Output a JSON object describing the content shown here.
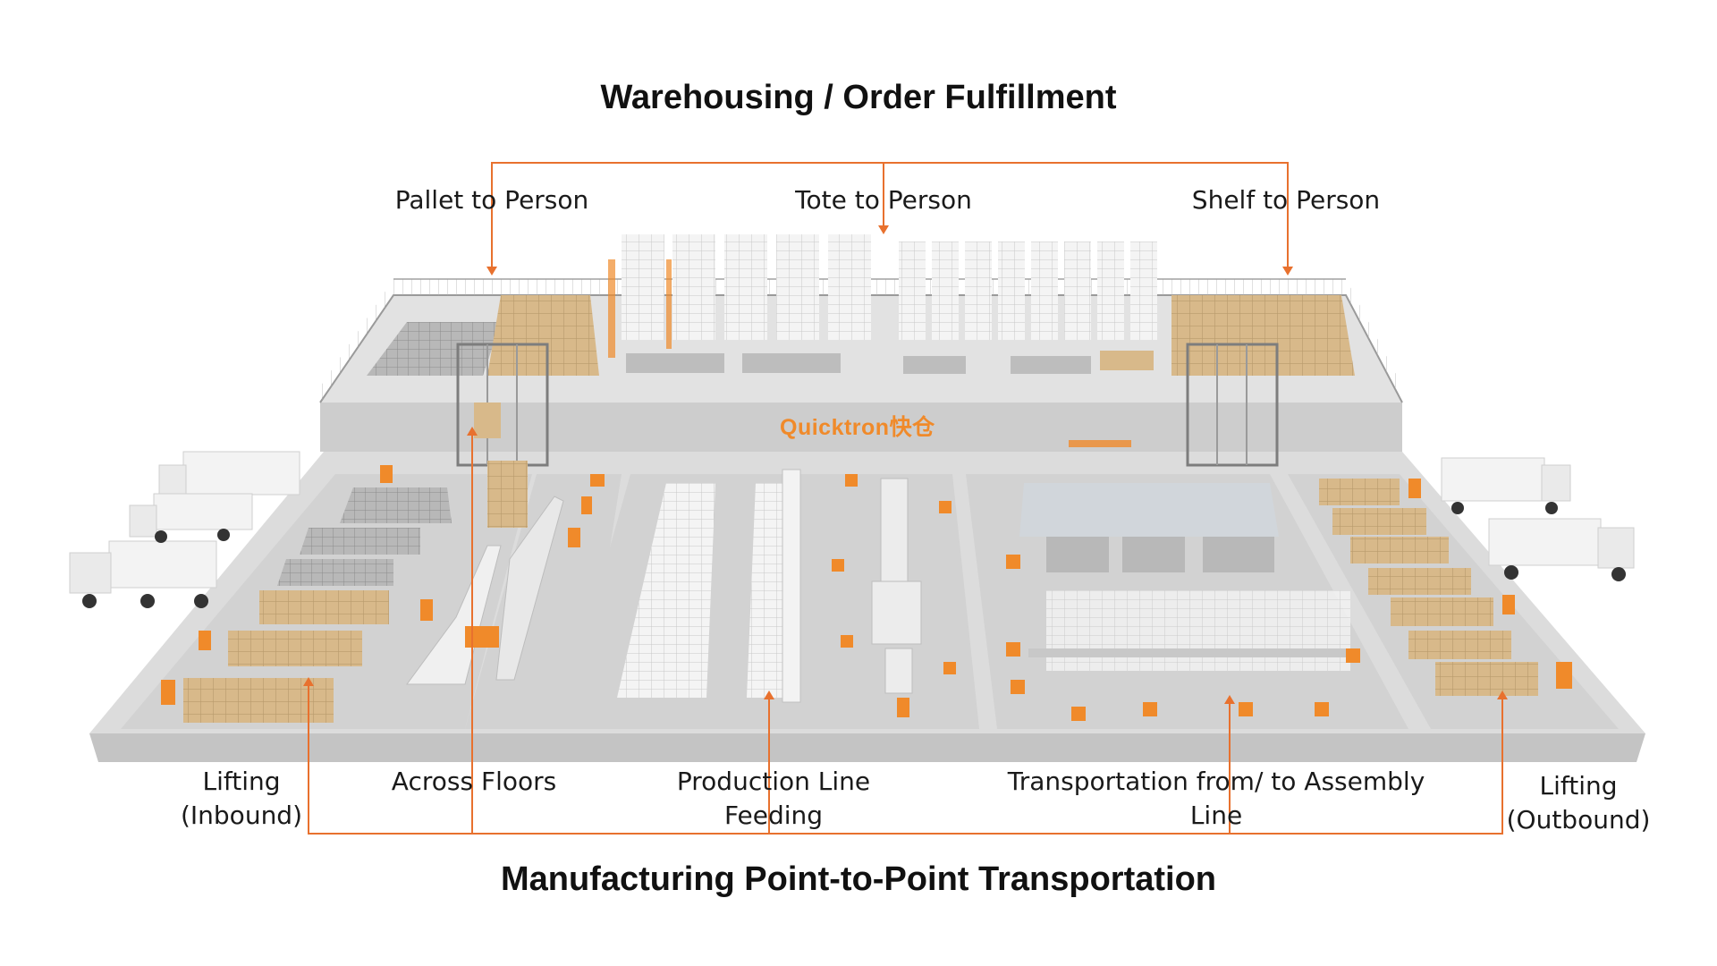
{
  "diagram": {
    "title_top": "Warehousing / Order Fulfillment",
    "title_bottom": "Manufacturing Point-to-Point Transportation",
    "brand": "Quicktron快仓",
    "labels_top": {
      "pallet": "Pallet to Person",
      "tote": "Tote to Person",
      "shelf": "Shelf to Person"
    },
    "labels_bottom": {
      "lifting_in_1": "Lifting",
      "lifting_in_2": "(Inbound)",
      "across": "Across Floors",
      "production": "Production Line Feeding",
      "transport": "Transportation from/ to Assembly Line",
      "lifting_out_1": "Lifting",
      "lifting_out_2": "(Outbound)"
    },
    "colors": {
      "connector": "#e8712e",
      "robot": "#f08a2a",
      "floor": "#dcdcdc",
      "floor_edge": "#c4c4c4",
      "mezzanine": "#cfcfcf",
      "box": "#d8b98a",
      "rack": "#f2f2f2",
      "text": "#111111"
    }
  }
}
